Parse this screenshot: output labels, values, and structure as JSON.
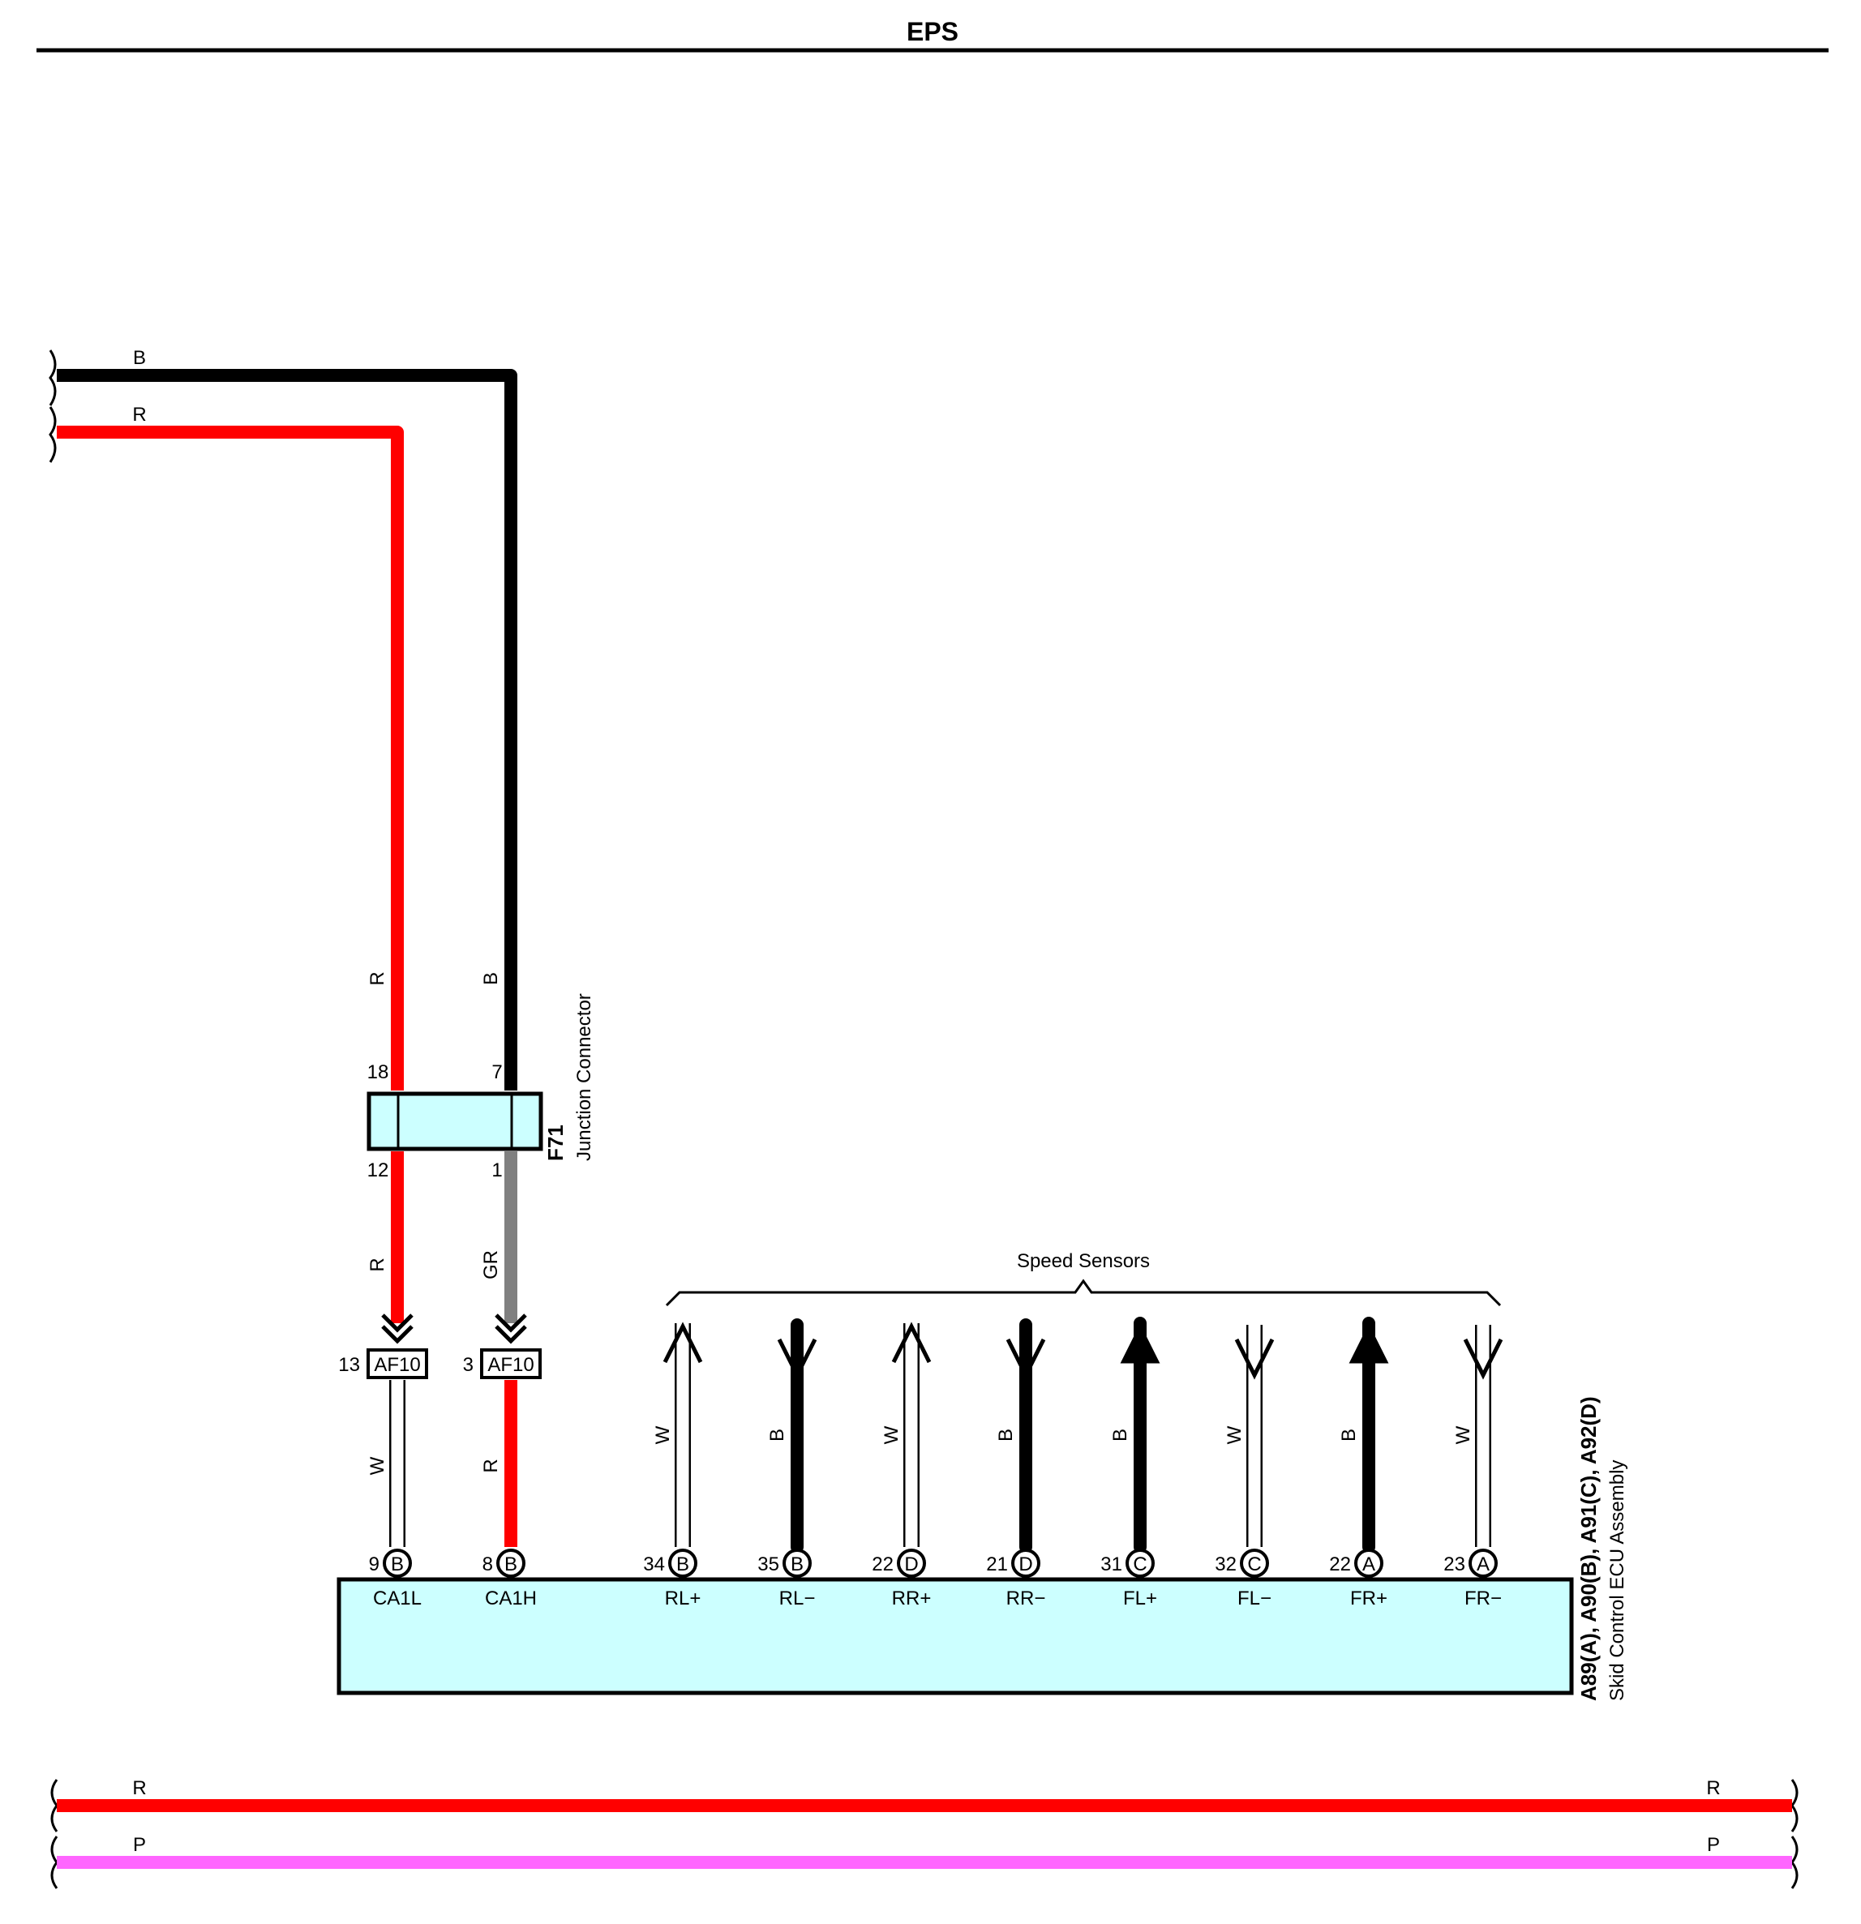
{
  "title": "EPS",
  "colors": {
    "R": "#ff0000",
    "B": "#000000",
    "GR": "#808080",
    "W": "#ffffff",
    "P": "#ff66ff",
    "component_fill": "#ccffff"
  },
  "top_wires": [
    {
      "label": "B"
    },
    {
      "label": "R"
    }
  ],
  "junction_connector": {
    "code": "F71",
    "name": "Junction Connector",
    "pins": {
      "top_left": "18",
      "top_right": "7",
      "bottom_left": "12",
      "bottom_right": "1"
    },
    "wire_labels": {
      "upper_left": "R",
      "upper_right": "B",
      "lower_left": "R",
      "lower_right": "GR"
    }
  },
  "af10_connectors": [
    {
      "label": "AF10",
      "pin": "13",
      "wire_below": "W"
    },
    {
      "label": "AF10",
      "pin": "3",
      "wire_below": "R"
    }
  ],
  "speed_sensors_label": "Speed Sensors",
  "speed_sensor_wires": [
    {
      "wire": "W",
      "direction": "up"
    },
    {
      "wire": "B",
      "direction": "down"
    },
    {
      "wire": "W",
      "direction": "up"
    },
    {
      "wire": "B",
      "direction": "down"
    },
    {
      "wire": "B",
      "direction": "up"
    },
    {
      "wire": "W",
      "direction": "down"
    },
    {
      "wire": "B",
      "direction": "up"
    },
    {
      "wire": "W",
      "direction": "down"
    }
  ],
  "ecu": {
    "code": "A89(A), A90(B), A91(C), A92(D)",
    "name": "Skid Control ECU Assembly",
    "pins": [
      {
        "num": "9",
        "conn": "B",
        "label": "CA1L"
      },
      {
        "num": "8",
        "conn": "B",
        "label": "CA1H"
      },
      {
        "num": "34",
        "conn": "B",
        "label": "RL+"
      },
      {
        "num": "35",
        "conn": "B",
        "label": "RL−"
      },
      {
        "num": "22",
        "conn": "D",
        "label": "RR+"
      },
      {
        "num": "21",
        "conn": "D",
        "label": "RR−"
      },
      {
        "num": "31",
        "conn": "C",
        "label": "FL+"
      },
      {
        "num": "32",
        "conn": "C",
        "label": "FL−"
      },
      {
        "num": "22",
        "conn": "A",
        "label": "FR+"
      },
      {
        "num": "23",
        "conn": "A",
        "label": "FR−"
      }
    ]
  },
  "bottom_wires": [
    {
      "label_left": "R",
      "label_right": "R"
    },
    {
      "label_left": "P",
      "label_right": "P"
    }
  ]
}
